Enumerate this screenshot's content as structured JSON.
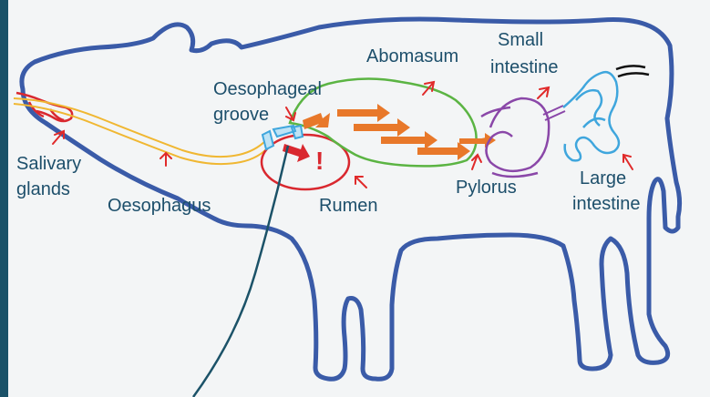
{
  "colors": {
    "background": "#f3f5f6",
    "left_bar": "#1b5268",
    "body_outline": "#3a5ba8",
    "salivary": "#d9282f",
    "oesophagus": "#f0b732",
    "abomasum": "#5bb443",
    "rumen": "#d9282f",
    "groove": "#3fa6dd",
    "arrows": "#e8782a",
    "small_intestine": "#8a47a8",
    "large_intestine": "#3fa6dd",
    "label_text": "#1d4f6b",
    "pointer": "#e02a2a",
    "hose": "#1b5268"
  },
  "labels": {
    "salivary_glands": [
      "Salivary",
      "glands"
    ],
    "oesophagus": "Oesophagus",
    "oesophageal_groove": [
      "Oesophageal",
      "groove"
    ],
    "rumen": "Rumen",
    "rumen_mark": "!",
    "abomasum": "Abomasum",
    "small_intestine": [
      "Small",
      "intestine"
    ],
    "pylorus": "Pylorus",
    "large_intestine": [
      "Large",
      "intestine"
    ]
  }
}
